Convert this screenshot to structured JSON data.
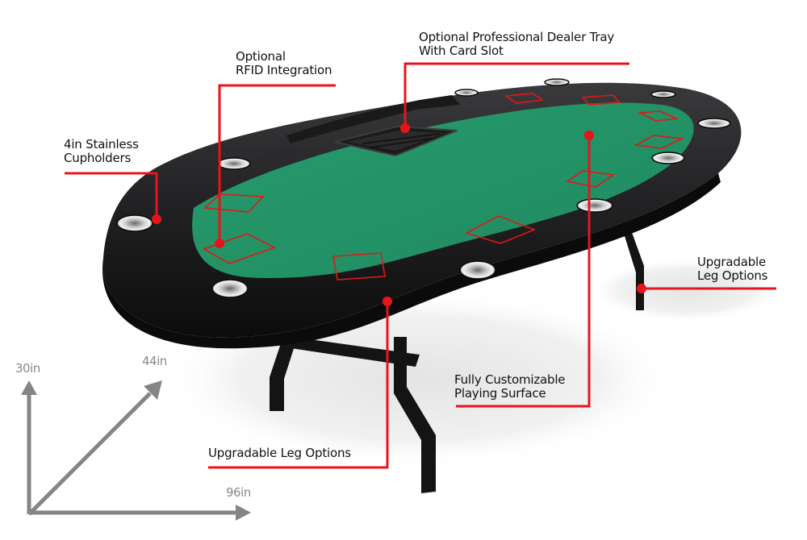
{
  "diagram": {
    "subject": "Oval poker table with black padded rail, green felt, cupholders, dealer tray and folding legs",
    "colors": {
      "callout_line": "#e8141c",
      "felt": "#239468",
      "rail": "#1d1d1f",
      "dimension_arrow": "#858585",
      "text": "#111111"
    },
    "callouts": [
      {
        "id": "dealer-tray",
        "lines": [
          "Optional Professional Dealer Tray",
          "With Card Slot"
        ]
      },
      {
        "id": "rfid",
        "lines": [
          "Optional",
          "RFID Integration"
        ]
      },
      {
        "id": "cupholders",
        "lines": [
          "4in Stainless",
          "Cupholders"
        ]
      },
      {
        "id": "legs-right",
        "lines": [
          "Upgradable",
          "Leg Options"
        ]
      },
      {
        "id": "playing-surface",
        "lines": [
          "Fully Customizable",
          "Playing Surface"
        ]
      },
      {
        "id": "legs-front",
        "lines": [
          "Upgradable Leg Options"
        ]
      }
    ],
    "dimensions": {
      "height": "30in",
      "width": "44in",
      "length": "96in"
    }
  }
}
